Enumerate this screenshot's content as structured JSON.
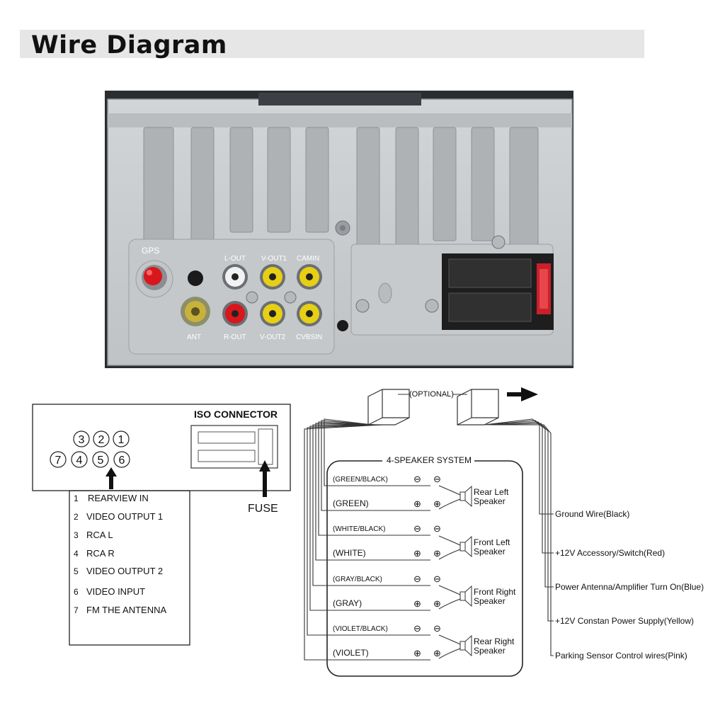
{
  "title": "Wire Diagram",
  "panel_labels": {
    "gps": "GPS",
    "ant": "ANT",
    "l_out": "L-OUT",
    "v_out1": "V-OUT1",
    "camin": "CAMIN",
    "r_out": "R-OUT",
    "v_out2": "V-OUT2",
    "cvbsin": "CVBSIN"
  },
  "pin_numbers": [
    "1",
    "2",
    "3",
    "4",
    "5",
    "6",
    "7"
  ],
  "pin_list": [
    {
      "num": "1",
      "label": "REARVIEW IN"
    },
    {
      "num": "2",
      "label": "VIDEO OUTPUT 1"
    },
    {
      "num": "3",
      "label": "RCA L"
    },
    {
      "num": "4",
      "label": "RCA R"
    },
    {
      "num": "5",
      "label": "VIDEO OUTPUT 2"
    },
    {
      "num": "6",
      "label": "VIDEO INPUT"
    },
    {
      "num": "7",
      "label": "FM THE ANTENNA"
    }
  ],
  "iso": {
    "title": "ISO CONNECTOR",
    "fuse": "FUSE"
  },
  "optional_label": "(OPTIONAL)",
  "speaker_system": {
    "title": "4-SPEAKER SYSTEM",
    "wires": [
      {
        "label": "(GREEN/BLACK)",
        "sign": "⊖"
      },
      {
        "label": "(GREEN)",
        "sign": "⊕"
      },
      {
        "label": "(WHITE/BLACK)",
        "sign": "⊖"
      },
      {
        "label": "(WHITE)",
        "sign": "⊕"
      },
      {
        "label": "(GRAY/BLACK)",
        "sign": "⊖"
      },
      {
        "label": "(GRAY)",
        "sign": "⊕"
      },
      {
        "label": "(VIOLET/BLACK)",
        "sign": "⊖"
      },
      {
        "label": "(VIOLET)",
        "sign": "⊕"
      }
    ],
    "speakers": [
      {
        "line1": "Rear Left",
        "line2": "Speaker"
      },
      {
        "line1": "Front Left",
        "line2": "Speaker"
      },
      {
        "line1": "Front Right",
        "line2": "Speaker"
      },
      {
        "line1": "Rear Right",
        "line2": "Speaker"
      }
    ]
  },
  "power_wires": [
    "Ground  Wire(Black)",
    "+12V Accessory/Switch(Red)",
    "Power Antenna/Amplifier Turn On(Blue)",
    "+12V Constan Power Supply(Yellow)",
    "Parking Sensor Control wires(Pink)"
  ],
  "colors": {
    "panel": "#c9ccce",
    "red_jack": "#d9161c",
    "yellow_jack": "#e6cf14",
    "white_jack": "#f2f2f2",
    "gold_jack": "#c9b23a"
  }
}
